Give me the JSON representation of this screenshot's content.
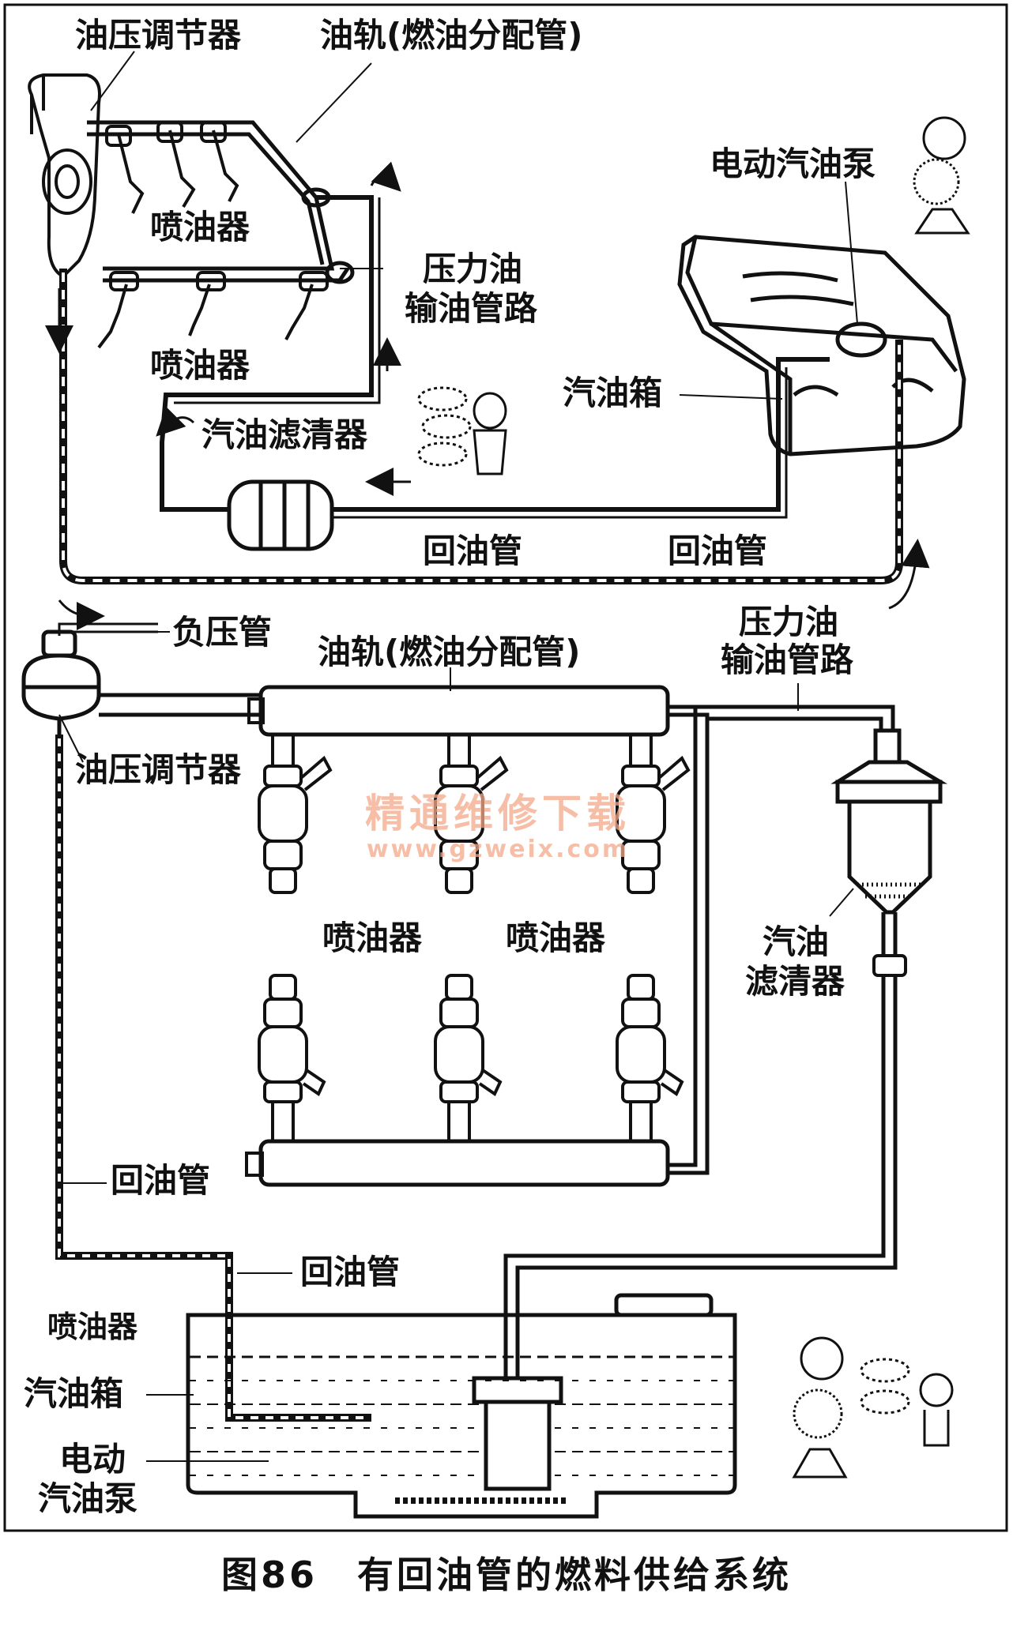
{
  "figure": {
    "caption": "图86　有回油管的燃料供给系统",
    "watermark_text": "精通维修下载",
    "watermark_url": "www.gzweix.com"
  },
  "top_diagram": {
    "regulator": "油压调节器",
    "fuel_rail": "油轨(燃油分配管)",
    "injector_upper": "喷油器",
    "injector_lower": "喷油器",
    "pressure_line_1": "压力油",
    "pressure_line_2": "输油管路",
    "pump": "电动汽油泵",
    "tank": "汽油箱",
    "filter": "汽油滤清器",
    "return_left": "回油管",
    "return_right": "回油管"
  },
  "bottom_diagram": {
    "vacuum": "负压管",
    "fuel_rail": "油轨(燃油分配管)",
    "pressure_line_1": "压力油",
    "pressure_line_2": "输油管路",
    "regulator": "油压调节器",
    "injector_a": "喷油器",
    "injector_b": "喷油器",
    "filter_1": "汽油",
    "filter_2": "滤清器",
    "return_side": "回油管",
    "return_tank": "回油管",
    "injector_c": "喷油器",
    "tank": "汽油箱",
    "pump_1": "电动",
    "pump_2": "汽油泵"
  },
  "colors": {
    "ink": "#111111",
    "watermark": "#f3a98a",
    "paper": "#ffffff"
  }
}
